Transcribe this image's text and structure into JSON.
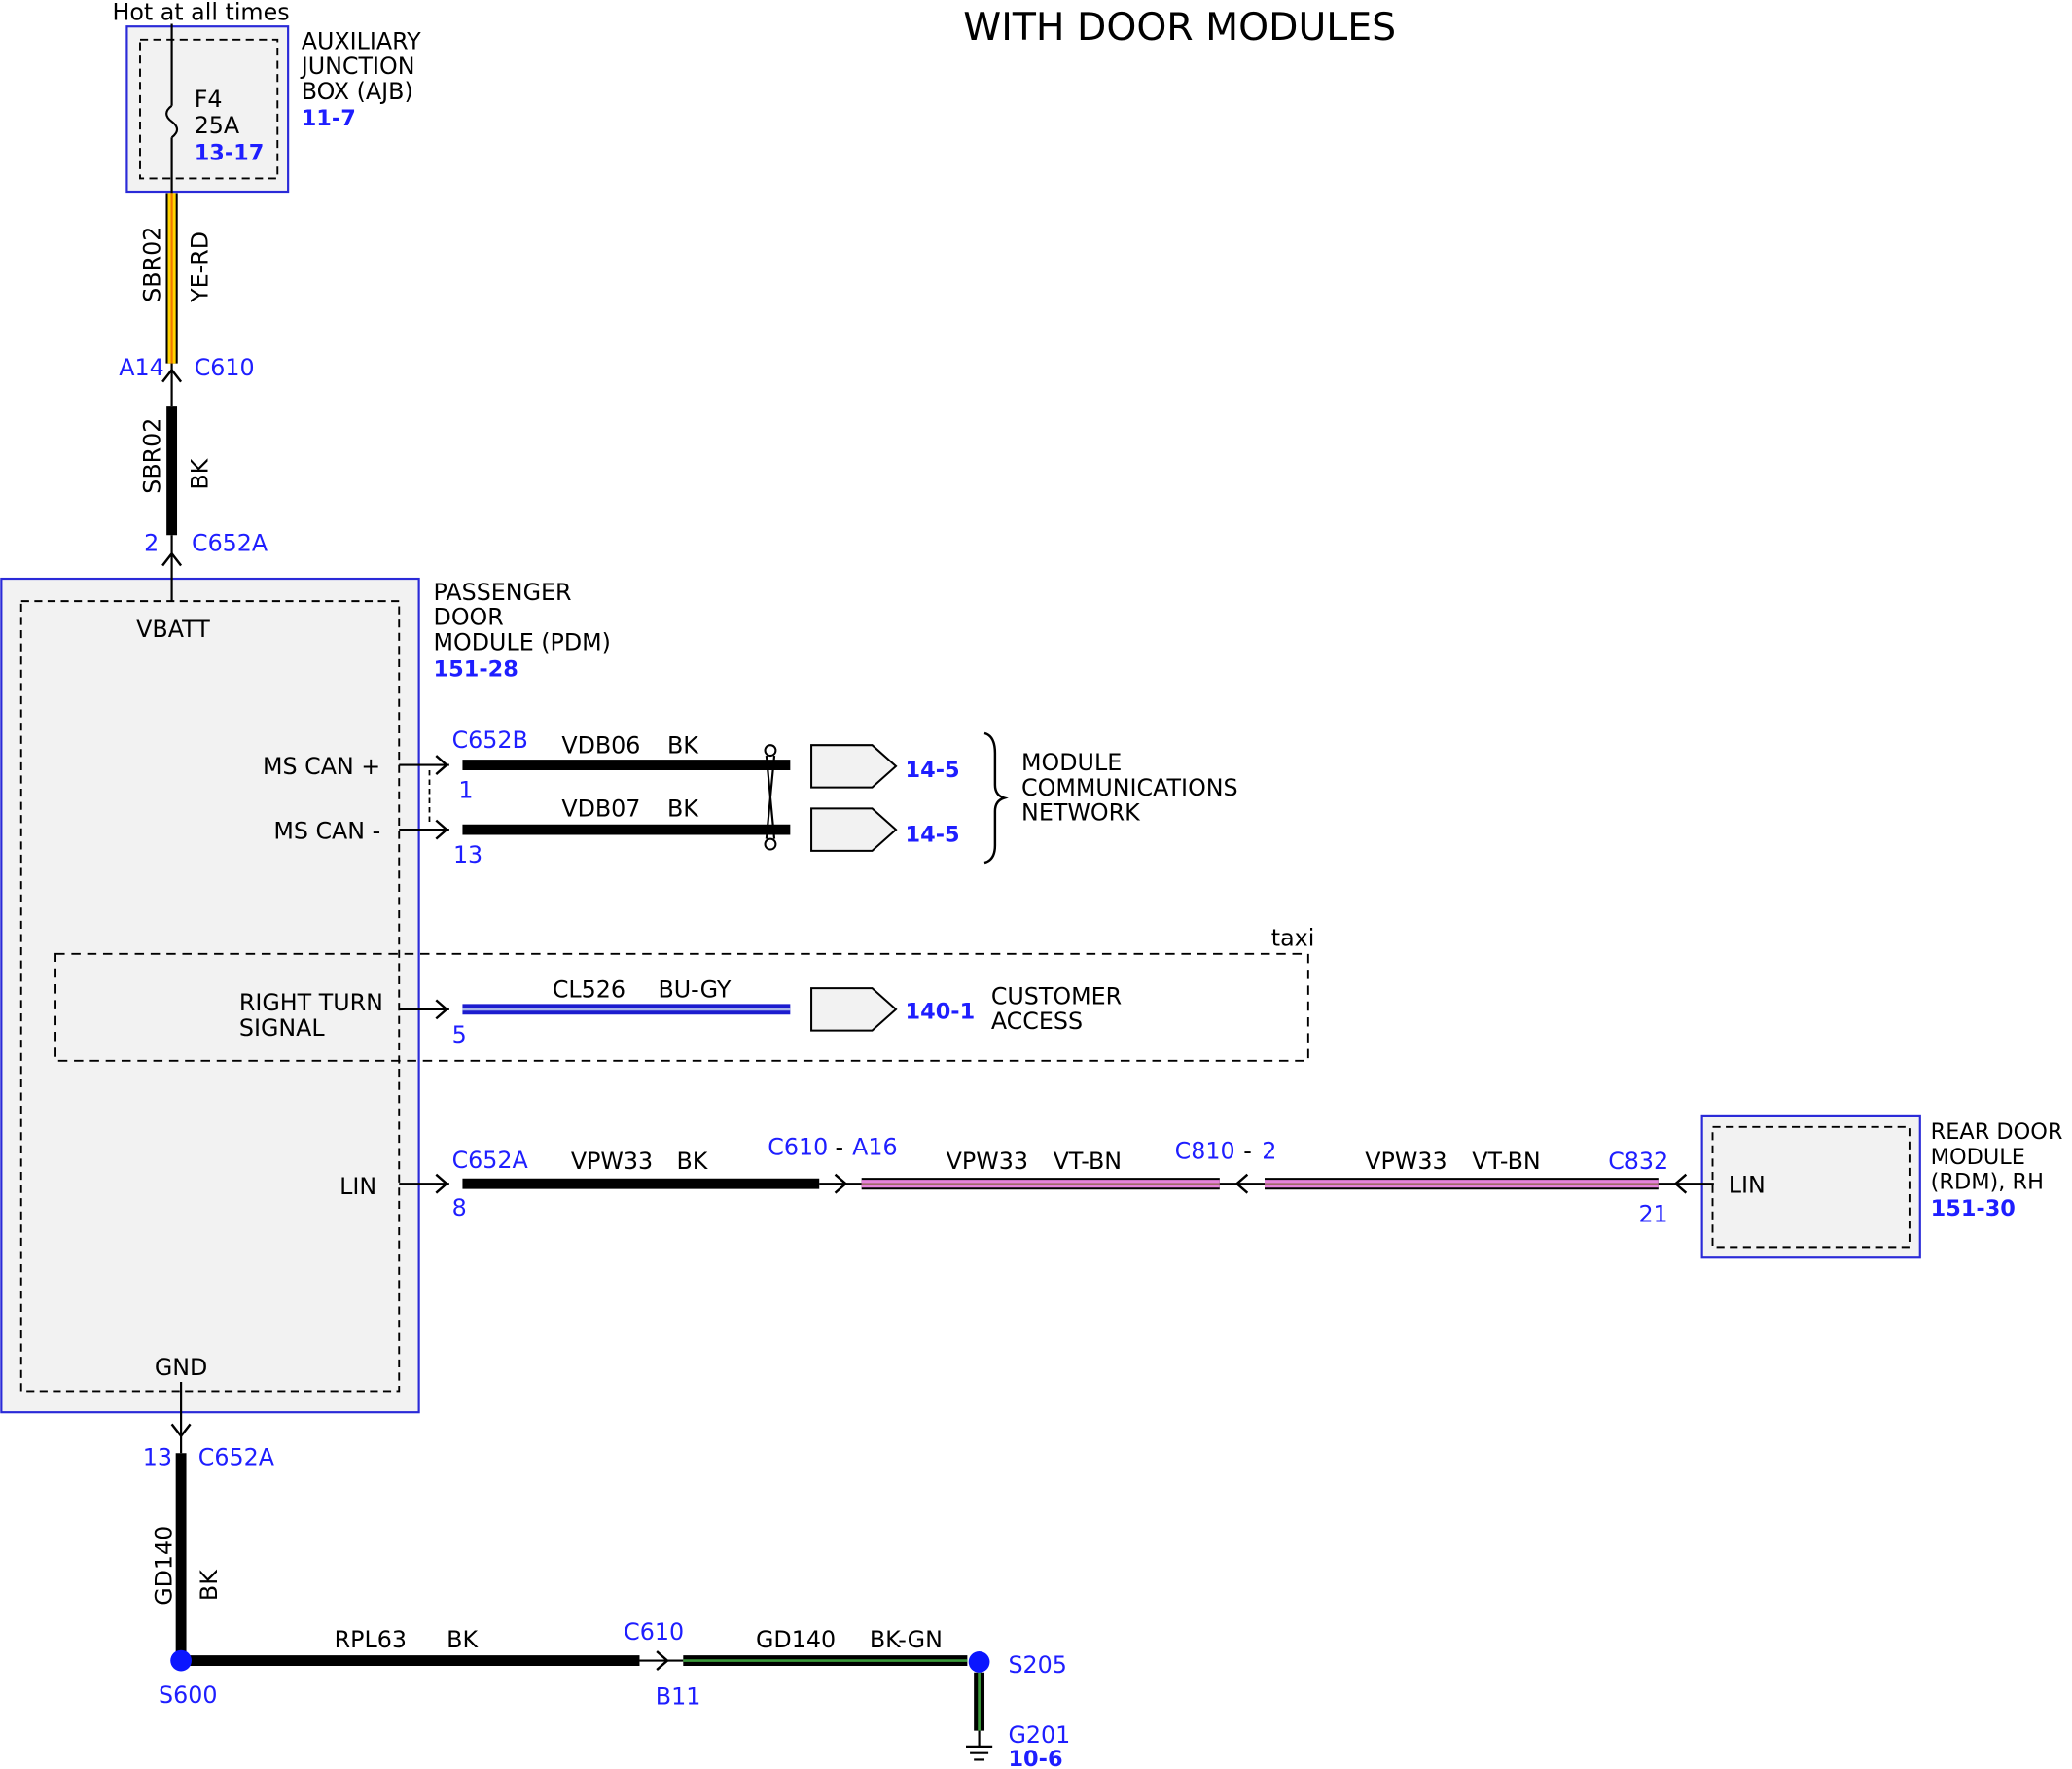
{
  "title": "WITH DOOR MODULES",
  "power_source": "Hot at all times",
  "ajb": {
    "name": [
      "AUXILIARY",
      "JUNCTION",
      "BOX (AJB)"
    ],
    "ref": "11-7",
    "fuse": {
      "id": "F4",
      "rating": "25A",
      "ref": "13-17"
    }
  },
  "feed": {
    "wire_1": {
      "circuit": "SBR02",
      "color": "YE-RD"
    },
    "c610": {
      "pin": "A14",
      "connector": "C610"
    },
    "wire_2": {
      "circuit": "SBR02",
      "color": "BK"
    },
    "c652a": {
      "pin": "2",
      "connector": "C652A"
    }
  },
  "pdm": {
    "name": [
      "PASSENGER",
      "DOOR",
      "MODULE (PDM)"
    ],
    "ref": "151-28",
    "pins": {
      "vbatt": "VBATT",
      "ms_can_plus": "MS CAN +",
      "ms_can_minus": "MS CAN -",
      "right_turn": [
        "RIGHT TURN",
        "SIGNAL"
      ],
      "lin": "LIN",
      "gnd": "GND"
    }
  },
  "can": {
    "connector": "C652B",
    "plus": {
      "pin": "1",
      "circuit": "VDB06",
      "color": "BK",
      "ref": "14-5"
    },
    "minus": {
      "pin": "13",
      "circuit": "VDB07",
      "color": "BK",
      "ref": "14-5"
    },
    "destination": [
      "MODULE",
      "COMMUNICATIONS",
      "NETWORK"
    ]
  },
  "taxi": {
    "label": "taxi",
    "connector_pin": "5",
    "circuit": "CL526",
    "color": "BU-GY",
    "ref": "140-1",
    "destination": [
      "CUSTOMER",
      "ACCESS"
    ]
  },
  "lin_bus": {
    "pdm_connector": "C652A",
    "pdm_pin": "8",
    "seg_1": {
      "circuit": "VPW33",
      "color": "BK"
    },
    "inline_1": {
      "connector": "C610",
      "separator": "-",
      "pin": "A16"
    },
    "seg_2": {
      "circuit": "VPW33",
      "color": "VT-BN"
    },
    "inline_2": {
      "connector": "C810",
      "separator": "-",
      "pin": "2"
    },
    "seg_3": {
      "circuit": "VPW33",
      "color": "VT-BN"
    },
    "rdm_connector": "C832",
    "rdm_pin": "21"
  },
  "rdm": {
    "name": [
      "REAR DOOR",
      "MODULE",
      "(RDM), RH"
    ],
    "ref": "151-30",
    "pin": "LIN"
  },
  "ground": {
    "pdm_pin": "13",
    "pdm_connector": "C652A",
    "wire_1": {
      "circuit": "GD140",
      "color": "BK"
    },
    "splice_1": "S600",
    "wire_2": {
      "circuit": "RPL63",
      "color": "BK"
    },
    "inline": {
      "connector": "C610",
      "pin": "B11"
    },
    "wire_3": {
      "circuit": "GD140",
      "color": "BK-GN"
    },
    "splice_2": "S205",
    "ground_point": {
      "id": "G201",
      "ref": "10-6"
    }
  },
  "colors": {
    "text": "#000000",
    "label_blue": "#1e1eff",
    "box_outline": "#2a2ad8",
    "box_fill": "#f2f2f2",
    "wire_bk": "#000000",
    "wire_ye": "#ffd400",
    "wire_rd_tracer": "#f07800",
    "wire_bu": "#1c1ccf",
    "wire_gy_tracer": "#a8b4e8",
    "wire_vt": "#e683dc",
    "wire_bn_tracer": "#a06a6a",
    "wire_gn_tracer": "#3a9a3a",
    "splice": "#0b16ff"
  }
}
